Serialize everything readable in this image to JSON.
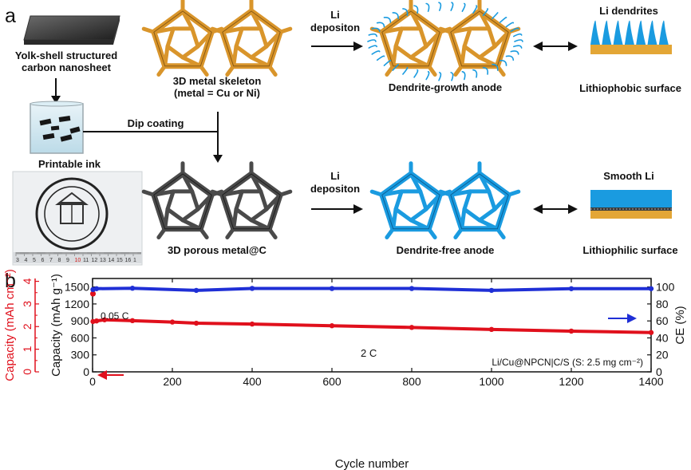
{
  "panel_a": {
    "letter": "a",
    "labels": {
      "yolk_shell_1": "Yolk-shell structured",
      "yolk_shell_2": "carbon nanosheet",
      "skeleton_1": "3D metal skeleton",
      "skeleton_2": "(metal = Cu or Ni)",
      "li_top_1": "Li",
      "li_top_2": "depositon",
      "dendrite_anode": "Dendrite-growth anode",
      "li_dendrites": "Li dendrites",
      "lithiophobic": "Lithiophobic surface",
      "dip_coating": "Dip coating",
      "printable_ink": "Printable ink",
      "li_bot_1": "Li",
      "li_bot_2": "depositon",
      "smooth_li": "Smooth Li",
      "porous_metal": "3D porous metal@C",
      "dendrite_free": "Dendrite-free anode",
      "lithiophilic": "Lithiophilic surface"
    },
    "ruler_numbers": [
      "3",
      "4",
      "5",
      "6",
      "7",
      "8",
      "9",
      "10",
      "11",
      "12",
      "13",
      "14",
      "15",
      "16",
      "1"
    ],
    "colors": {
      "copper": "#d9952b",
      "li_blue": "#1a9be0",
      "carbon": "#555555"
    }
  },
  "panel_b": {
    "letter": "b",
    "chart_data": {
      "type": "scatter",
      "xlabel": "Cycle number",
      "ylabel_left": "Capacity (mAh g⁻¹)",
      "ylabel_far_left": "Capacity (mAh cm⁻²)",
      "ylabel_right": "CE (%)",
      "xlim": [
        0,
        1400
      ],
      "ylim_left": [
        0,
        1650
      ],
      "ylim_areal": [
        0,
        4.125
      ],
      "ylim_right": [
        0,
        110
      ],
      "x_ticks": [
        0,
        200,
        400,
        600,
        800,
        1000,
        1200,
        1400
      ],
      "y_left_ticks": [
        0,
        300,
        600,
        900,
        1200,
        1500
      ],
      "y_areal_ticks": [
        0,
        1,
        2,
        3,
        4
      ],
      "y_right_ticks": [
        0,
        20,
        40,
        60,
        80,
        100
      ],
      "annotations": {
        "initial_rate": "0.05 C",
        "main_rate": "2 C",
        "cell": "Li/Cu@NPCN|C/S (S:  2.5 mg cm⁻²)"
      },
      "series": [
        {
          "color": "#e0101c",
          "axis": "left",
          "x": [
            1,
            10,
            30,
            100,
            200,
            260,
            400,
            600,
            800,
            1000,
            1200,
            1400
          ],
          "values": [
            890,
            900,
            920,
            905,
            880,
            860,
            845,
            815,
            785,
            750,
            720,
            695
          ]
        },
        {
          "color": "#1f2fd6",
          "axis": "right",
          "x": [
            1,
            10,
            100,
            260,
            400,
            600,
            800,
            1000,
            1200,
            1400
          ],
          "values": [
            97,
            98,
            98.5,
            96,
            98.3,
            98.2,
            98.2,
            96,
            98,
            98
          ]
        }
      ],
      "initial_point": {
        "x": 1,
        "y": 1380
      }
    }
  }
}
